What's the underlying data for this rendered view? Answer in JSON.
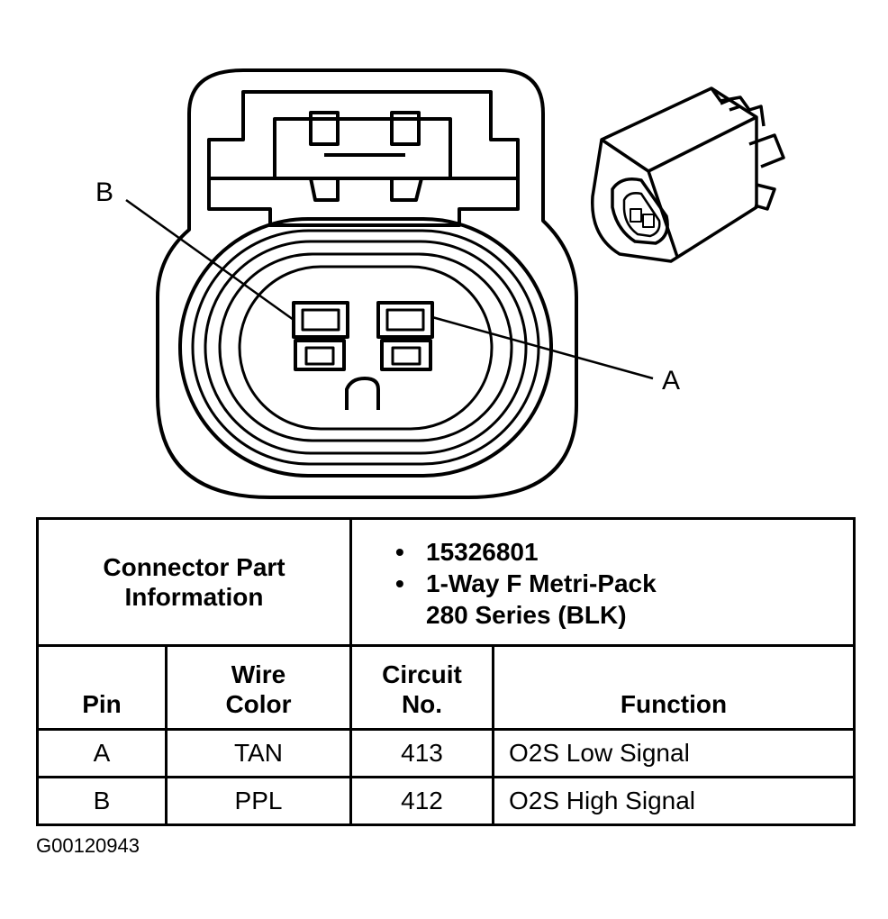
{
  "diagram": {
    "pin_labels": {
      "a": "A",
      "b": "B"
    }
  },
  "connector_info": {
    "label": "Connector Part Information",
    "part_number": "15326801",
    "description_line1": "1-Way F Metri-Pack",
    "description_line2": "280 Series (BLK)"
  },
  "table": {
    "headers": {
      "pin": "Pin",
      "wire_color_line1": "Wire",
      "wire_color_line2": "Color",
      "circuit_line1": "Circuit",
      "circuit_line2": "No.",
      "function": "Function"
    },
    "rows": [
      {
        "pin": "A",
        "wire_color": "TAN",
        "circuit": "413",
        "function": "O2S Low Signal"
      },
      {
        "pin": "B",
        "wire_color": "PPL",
        "circuit": "412",
        "function": "O2S High Signal"
      }
    ]
  },
  "figure_code": "G00120943"
}
